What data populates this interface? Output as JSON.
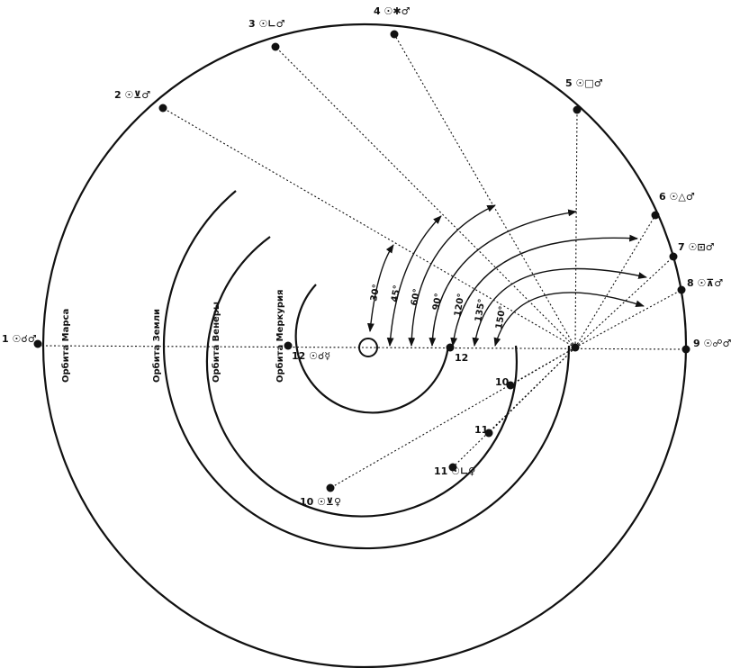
{
  "diagram": {
    "orbit_labels": {
      "mars": "Орбита Марса",
      "earth": "Орбита Земли",
      "venus": "Орбита Венеры",
      "mercury": "Орбита Меркурия"
    },
    "mars_aspects": [
      {
        "num": "1",
        "aspect": "☉☌♂"
      },
      {
        "num": "2",
        "aspect": "☉⊻♂"
      },
      {
        "num": "3",
        "aspect": "☉∟♂"
      },
      {
        "num": "4",
        "aspect": "☉✱♂"
      },
      {
        "num": "5",
        "aspect": "☉□♂"
      },
      {
        "num": "6",
        "aspect": "☉△♂"
      },
      {
        "num": "7",
        "aspect": "☉⊡♂"
      },
      {
        "num": "8",
        "aspect": "☉⊼♂"
      },
      {
        "num": "9",
        "aspect": "☉☍♂"
      }
    ],
    "venus_points": [
      {
        "num": "10",
        "aspect": "☉⊻♀"
      },
      {
        "num": "11",
        "aspect": "☉∟♀"
      }
    ],
    "earth_points": [
      "10",
      "11",
      "12"
    ],
    "mercury_point": {
      "num": "12",
      "aspect": "☉☌☿"
    },
    "angles": [
      "30°",
      "45°",
      "60°",
      "90°",
      "120°",
      "135°",
      "150°"
    ]
  }
}
